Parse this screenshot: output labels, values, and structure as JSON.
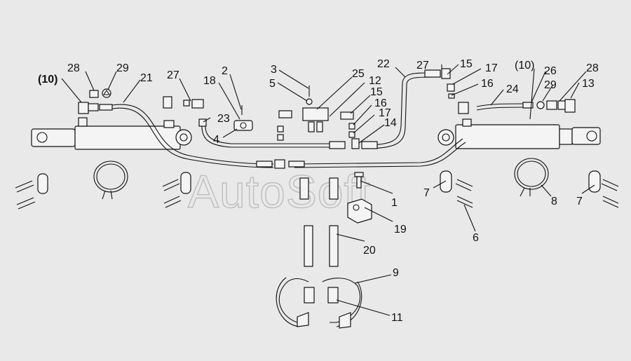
{
  "watermark": "AutoSoft",
  "callouts": [
    {
      "id": "c-10-left",
      "text": "(10)",
      "bold": true
    },
    {
      "id": "c-28-left",
      "text": "28"
    },
    {
      "id": "c-29-left",
      "text": "29"
    },
    {
      "id": "c-21",
      "text": "21"
    },
    {
      "id": "c-27-left",
      "text": "27"
    },
    {
      "id": "c-18",
      "text": "18"
    },
    {
      "id": "c-2",
      "text": "2"
    },
    {
      "id": "c-23",
      "text": "23"
    },
    {
      "id": "c-4",
      "text": "4"
    },
    {
      "id": "c-3",
      "text": "3"
    },
    {
      "id": "c-5",
      "text": "5"
    },
    {
      "id": "c-25",
      "text": "25"
    },
    {
      "id": "c-12",
      "text": "12"
    },
    {
      "id": "c-15-mid",
      "text": "15"
    },
    {
      "id": "c-16-mid",
      "text": "16"
    },
    {
      "id": "c-17-mid",
      "text": "17"
    },
    {
      "id": "c-14",
      "text": "14"
    },
    {
      "id": "c-22",
      "text": "22"
    },
    {
      "id": "c-27-right",
      "text": "27"
    },
    {
      "id": "c-15-right",
      "text": "15"
    },
    {
      "id": "c-17-right",
      "text": "17"
    },
    {
      "id": "c-16-right",
      "text": "16"
    },
    {
      "id": "c-24",
      "text": "24"
    },
    {
      "id": "c-10-right",
      "text": "(10)"
    },
    {
      "id": "c-26",
      "text": "26"
    },
    {
      "id": "c-28-right",
      "text": "28"
    },
    {
      "id": "c-29-right",
      "text": "29"
    },
    {
      "id": "c-13",
      "text": "13"
    },
    {
      "id": "c-1",
      "text": "1"
    },
    {
      "id": "c-7-mid",
      "text": "7"
    },
    {
      "id": "c-19",
      "text": "19"
    },
    {
      "id": "c-6",
      "text": "6"
    },
    {
      "id": "c-8",
      "text": "8"
    },
    {
      "id": "c-7-right",
      "text": "7"
    },
    {
      "id": "c-20",
      "text": "20"
    },
    {
      "id": "c-9",
      "text": "9"
    },
    {
      "id": "c-11",
      "text": "11"
    }
  ]
}
